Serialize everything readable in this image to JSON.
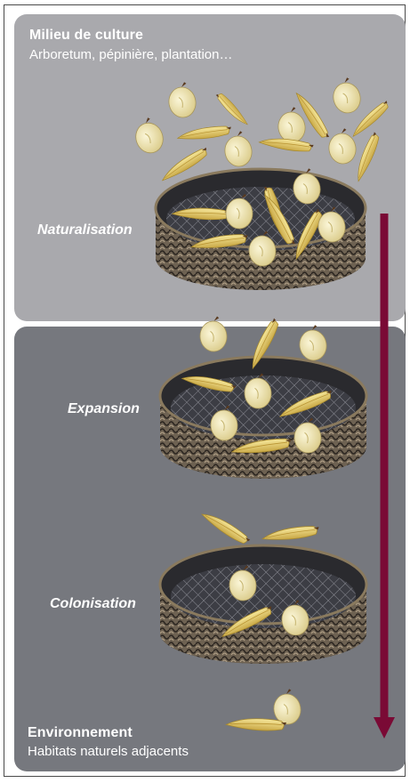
{
  "top_section": {
    "title": "Milieu de culture",
    "subtitle": "Arboretum, pépinière, plantation…"
  },
  "stages": {
    "naturalisation": "Naturalisation",
    "expansion": "Expansion",
    "colonisation": "Colonisation"
  },
  "bottom_section": {
    "title": "Environnement",
    "subtitle": "Habitats naturels adjacents"
  },
  "colors": {
    "top_panel": "#a9a9ad",
    "bottom_panel": "#76787e",
    "arrow": "#7a0a35",
    "seed": "#efe4a8",
    "samara": "#e8d06a"
  }
}
